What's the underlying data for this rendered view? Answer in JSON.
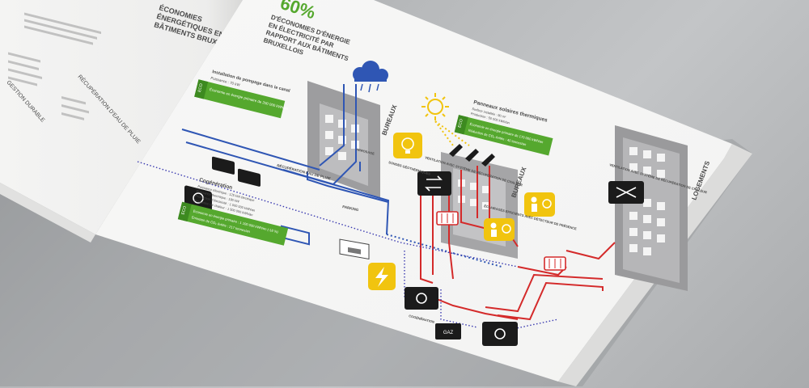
{
  "left_page": {
    "headline_lines": [
      "ÉCONOMIES",
      "ÉNERGÉTIQUES EN GAZ",
      "BÂTIMENTS BRUXELLOIS"
    ],
    "section_left": "GESTION DURABLE",
    "section_right": "RÉCUPÉRATION D'EAU DE PLUIE"
  },
  "right_page": {
    "percent": "60%",
    "headline_lines": [
      "D'ÉCONOMIES D'ÉNERGIE",
      "EN ÉLECTRICITÉ PAR",
      "RAPPORT AUX BÂTIMENTS",
      "BRUXELLOIS"
    ]
  },
  "diagram": {
    "buildings": {
      "bureaux_1": "BUREAUX",
      "bureaux_2": "BUREAUX",
      "logements": "LOGEMENTS"
    },
    "labels": {
      "rain_tank": "RÉCUPÉRATION EAU DE PLUIE",
      "parking": "PARKING",
      "arrosage": "ARROSAGE",
      "ventilation_logements": "VENTILATION AVEC SYSTÈME DE RÉCUPÉRATION DE CHALEUR",
      "eclairage": "ÉCLAIRAGES EFFICIENTS AVEC DÉTECTEUR DE PRÉSENCE",
      "ventilation_bureaux": "VENTILATION AVEC SYSTÈME DE RÉCUPÉRATION DE CHALEUR",
      "sondes": "SONDES GÉOTHERMIQUES",
      "gaz": "GAZ",
      "cogeneration_label": "COGÉNÉRATION"
    },
    "canal_note": {
      "title": "Installation de pompage dans le canal",
      "body": "Puissance : 70 kW",
      "eco": "ECO",
      "savings": "Économie en énergie primaire de 200 000 kWh/an"
    },
    "cogeneration": {
      "title": "Cogénération",
      "lines": [
        "Puissance électrique : 125 kW électrique",
        "Puissance thermique : 190 kW",
        "Production d'électricité : 1 000 000 kWh/an",
        "Production de chaleur : 1 500 000 kWh/an"
      ],
      "eco": "ECO",
      "savings": "Économie en énergie primaire : 1 100 000 kWh/an (-18 %)",
      "savings2": "Émission de CO₂ évitée : 217 tonnes/an"
    },
    "solar": {
      "title": "Panneaux solaires thermiques",
      "lines": [
        "Surface installée : 90 m²",
        "Production : 50 000 kWh/an"
      ],
      "eco": "ECO",
      "savings": "Économie en énergie primaire de 170 000 kWh/an",
      "savings2": "Réduction de CO₂ évitée : 40 tonnes/an"
    }
  },
  "colors": {
    "eco_green": "#55a82e",
    "solar_yellow": "#f1c40f",
    "water_blue": "#2f56b4",
    "heating_red": "#d42a2a",
    "device_black": "#1b1b1b"
  }
}
